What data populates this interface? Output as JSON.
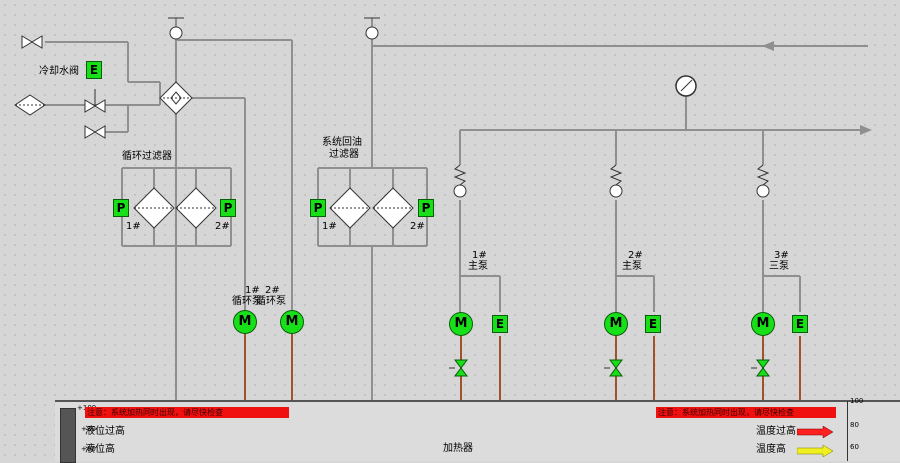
{
  "labels": {
    "cooling_valve": "冷却水阀",
    "circ_filter": "循环过滤器",
    "sys_filter_l1": "系统回油",
    "sys_filter_l2": "过滤器",
    "filter1_no": "1#",
    "filter2_no": "2#",
    "sysf1_no": "1#",
    "sysf2_no": "2#",
    "circ_pump1_no": "1#",
    "circ_pump1_name": "循环泵",
    "circ_pump2_no": "2#",
    "circ_pump2_name": "循环泵",
    "main_pump1_no": "1#",
    "main_pump1_name": "主泵",
    "main_pump2_no": "2#",
    "main_pump2_name": "主泵",
    "main_pump3_no": "3#",
    "main_pump3_name": "三泵"
  },
  "buttons": {
    "e": "E",
    "p": "P",
    "m": "M"
  },
  "tank": {
    "alarm_left": "注意：系统加热同时出现，请尽快检查",
    "alarm_right": "注意：系统加热同时出现，请尽快检查",
    "level_high": "液位过高",
    "level_normal": "液位高",
    "heater": "加热器",
    "temp_too_high": "温度过高",
    "temp_high": "温度高",
    "left_scale": [
      "+100",
      "+80",
      "+60"
    ],
    "right_scale": [
      "100",
      "80",
      "60"
    ]
  },
  "colors": {
    "pipe": "#8f8f8f",
    "brown_pipe": "#a0522d",
    "run_green": "#18e018",
    "alarm_red": "#f01010",
    "arrow_red": "#ff2020",
    "arrow_yellow": "#f0f020"
  }
}
